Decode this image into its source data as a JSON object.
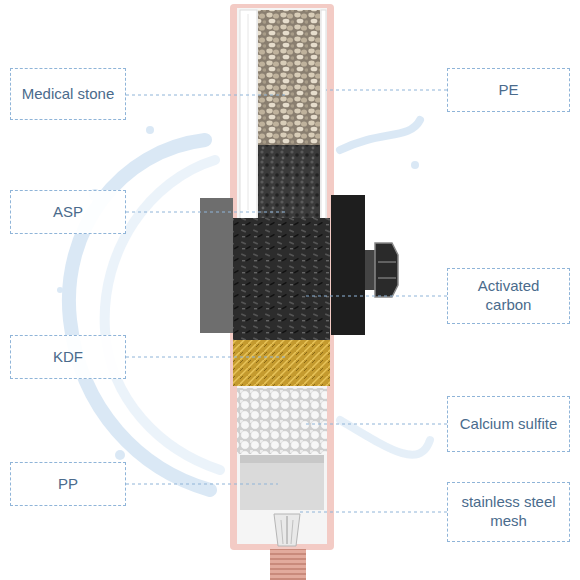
{
  "diagram": {
    "nodes": [
      {
        "text": [
          "Medical stone"
        ]
      },
      {
        "text": [
          "PE"
        ]
      },
      {
        "text": [
          "ASP"
        ]
      },
      {
        "text": [
          "Activated carbon"
        ]
      },
      {
        "text": [
          "KDF"
        ]
      },
      {
        "text": [
          "Calcium sulfite"
        ]
      },
      {
        "text": [
          "PP"
        ]
      },
      {
        "text": [
          "stainless steel mesh"
        ]
      }
    ]
  }
}
